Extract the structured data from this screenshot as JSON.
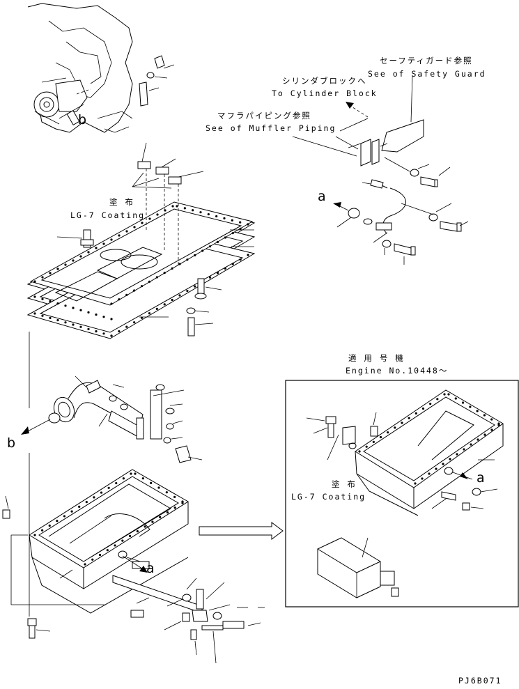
{
  "labels": {
    "safety_guard_jp": "セーフティガード参照",
    "safety_guard_en": "See of Safety Guard",
    "cylinder_block_jp": "シリンダブロックへ",
    "cylinder_block_en": "To Cylinder Block",
    "muffler_jp": "マフラパイピング参照",
    "muffler_en": "See of Muffler Piping",
    "coating_jp": "塗 布",
    "coating_en": "LG-7 Coating",
    "applicable_jp": "適 用 号 機",
    "engine_no": "Engine No.10448～",
    "inset_coating_jp": "塗 布",
    "inset_coating_en": "LG-7 Coating"
  },
  "markers": {
    "b_top": "b",
    "b_left": "b",
    "a_right": "a",
    "a_pan": "a",
    "a_inset": "a"
  },
  "drawing_id": "PJ6B071"
}
